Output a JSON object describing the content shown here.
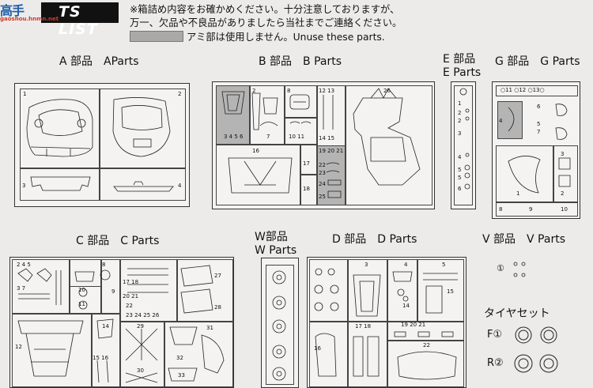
{
  "header": {
    "logo_title": "TS LIST",
    "watermark_name": "高手",
    "watermark_site": "gaoshou.hnmn.net",
    "notice_line1": "※箱詰め内容をお確かめください。十分注意しておりますが、",
    "notice_line2": "万一、欠品や不良品がありましたら当社までご連絡ください。",
    "unuse_text": "アミ部は使用しません。Unuse these parts."
  },
  "sections": {
    "a": {
      "title": "A 部品　AParts"
    },
    "b": {
      "title": "B 部品　B  Parts"
    },
    "e": {
      "title_line1": "E 部品",
      "title_line2": "E  Parts"
    },
    "g": {
      "title": "G 部品　G  Parts"
    },
    "c": {
      "title": "C 部品　C  Parts"
    },
    "w": {
      "title_line1": "W部品",
      "title_line2": "W  Parts"
    },
    "d": {
      "title": "D 部品　D  Parts"
    },
    "v": {
      "title": "V 部品　V  Parts"
    }
  },
  "tire": {
    "title": "タイヤセット",
    "f_label": "F①",
    "r_label": "R②"
  },
  "colors": {
    "unused_grey": "#b4b4b4",
    "frame_line": "#333333"
  }
}
